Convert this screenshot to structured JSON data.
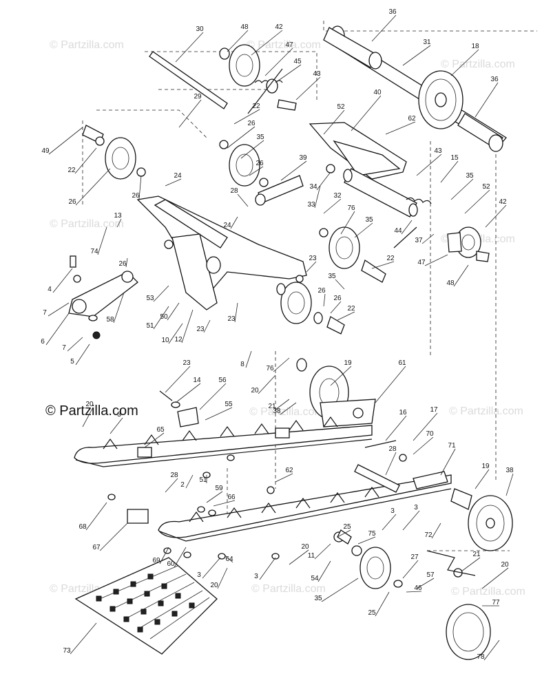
{
  "diagram": {
    "watermark_main": "© Partzilla.com",
    "watermark": "© Partzilla.com",
    "callouts": [
      "36",
      "30",
      "48",
      "42",
      "31",
      "18",
      "47",
      "45",
      "43",
      "36",
      "29",
      "22",
      "40",
      "52",
      "62",
      "26",
      "35",
      "26",
      "39",
      "43",
      "15",
      "49",
      "22",
      "26",
      "35",
      "24",
      "26",
      "28",
      "34",
      "33",
      "32",
      "52",
      "42",
      "13",
      "24",
      "76",
      "35",
      "44",
      "37",
      "74",
      "26",
      "22",
      "47",
      "48",
      "4",
      "23",
      "53",
      "7",
      "12",
      "35",
      "26",
      "26",
      "22",
      "23",
      "58",
      "51",
      "50",
      "10",
      "23",
      "6",
      "7",
      "5",
      "8",
      "76",
      "23",
      "14",
      "56",
      "19",
      "61",
      "20",
      "21",
      "55",
      "38",
      "20",
      "3",
      "65",
      "16",
      "17",
      "70",
      "28",
      "71",
      "19",
      "38",
      "2",
      "51",
      "28",
      "62",
      "59",
      "66",
      "68",
      "3",
      "3",
      "25",
      "75",
      "72",
      "67",
      "11",
      "20",
      "54",
      "21",
      "20",
      "27",
      "57",
      "69",
      "60",
      "64",
      "3",
      "20",
      "3",
      "35",
      "46",
      "25",
      "77",
      "73",
      "78"
    ]
  }
}
